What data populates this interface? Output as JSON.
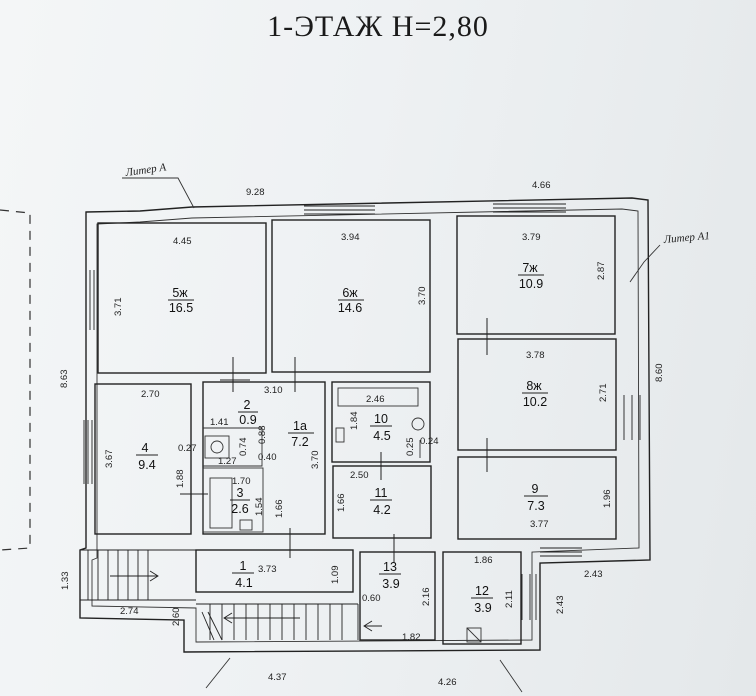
{
  "title": "1-ЭТАЖ  H=2,80",
  "labels": {
    "liter_a": "Литер А",
    "liter_a1": "Литер А1"
  },
  "rooms": [
    {
      "id": "5",
      "num": "5ж",
      "area": "16.5"
    },
    {
      "id": "6",
      "num": "6ж",
      "area": "14.6"
    },
    {
      "id": "7",
      "num": "7ж",
      "area": "10.9"
    },
    {
      "id": "8",
      "num": "8ж",
      "area": "10.2"
    },
    {
      "id": "9",
      "num": "9",
      "area": "7.3"
    },
    {
      "id": "4",
      "num": "4",
      "area": "9.4"
    },
    {
      "id": "2",
      "num": "2",
      "area": "0.9"
    },
    {
      "id": "1a",
      "num": "1а",
      "area": "7.2"
    },
    {
      "id": "3",
      "num": "3",
      "area": "2.6"
    },
    {
      "id": "10",
      "num": "10",
      "area": "4.5"
    },
    {
      "id": "11",
      "num": "11",
      "area": "4.2"
    },
    {
      "id": "1",
      "num": "1",
      "area": "4.1"
    },
    {
      "id": "13",
      "num": "13",
      "area": "3.9"
    },
    {
      "id": "12",
      "num": "12",
      "area": "3.9"
    }
  ],
  "dims": {
    "d928": "9.28",
    "d466": "4.66",
    "d445": "4.45",
    "d394": "3.94",
    "d379": "3.79",
    "d371": "3.71",
    "d370a": "3.70",
    "d287": "2.87",
    "d863": "8.63",
    "d860": "8.60",
    "d270": "2.70",
    "d310": "3.10",
    "d378": "3.78",
    "d271": "2.71",
    "d246": "2.46",
    "d141": "1.41",
    "d088": "0.88",
    "d074": "0.74",
    "d127": "1.27",
    "d040": "0.40",
    "d027": "0.27",
    "d367": "3.67",
    "d188": "1.88",
    "d370b": "3.70",
    "d184": "1.84",
    "d025": "0.25",
    "d024": "0.24",
    "d250": "2.50",
    "d170": "1.70",
    "d154": "1.54",
    "d166a": "1.66",
    "d166b": "1.66",
    "d196": "1.96",
    "d377": "3.77",
    "d186": "1.86",
    "d243a": "2.43",
    "d243b": "2.43",
    "d133": "1.33",
    "d373": "3.73",
    "d109": "1.09",
    "d216": "2.16",
    "d211": "2.11",
    "d060": "0.60",
    "d274": "2.74",
    "d260": "2.60",
    "d182": "1.82",
    "d437": "4.37",
    "d426": "4.26"
  }
}
